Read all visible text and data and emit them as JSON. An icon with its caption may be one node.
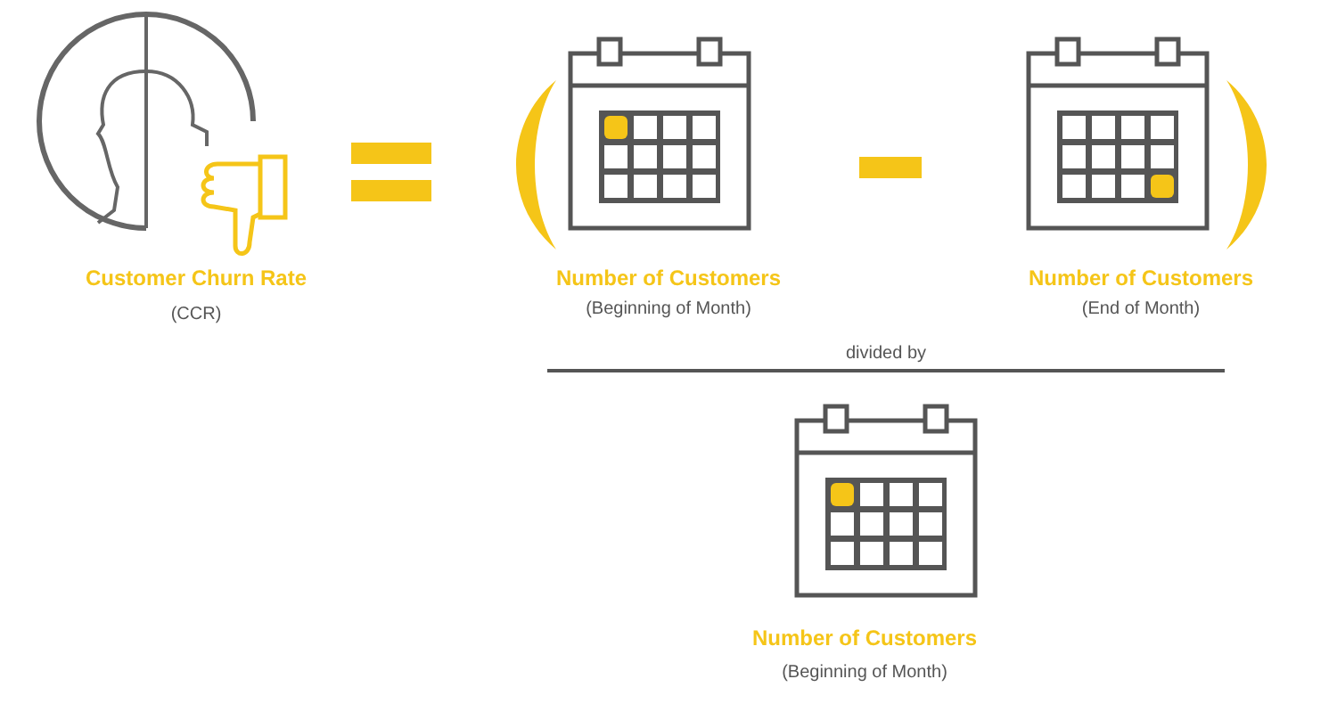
{
  "diagram": {
    "labels": [
      "Customer Churn Rate",
      "(CCR)",
      "Number of Customers",
      "(Beginning of Month)",
      "Number of Customers",
      "(End of Month)",
      "divided by",
      "Number of Customers",
      "(Beginning of Month)"
    ]
  }
}
